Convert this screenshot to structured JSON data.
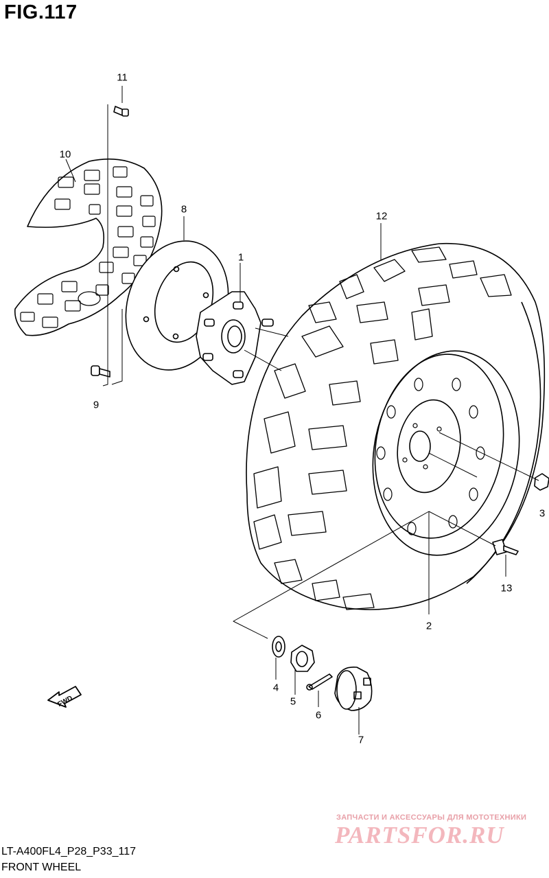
{
  "figure": {
    "title": "FIG.117"
  },
  "footer": {
    "model_code": "LT-A400FL4_P28_P33_117",
    "section_name": "FRONT WHEEL"
  },
  "direction_arrow": {
    "label": "FWD"
  },
  "watermark": {
    "tagline": "ЗАПЧАСТИ И АКСЕССУАРЫ ДЛЯ МОТОТЕХНИКИ",
    "brand": "PARTSFOR.RU"
  },
  "callouts": [
    {
      "number": "1"
    },
    {
      "number": "2"
    },
    {
      "number": "3"
    },
    {
      "number": "4"
    },
    {
      "number": "5"
    },
    {
      "number": "6"
    },
    {
      "number": "7"
    },
    {
      "number": "8"
    },
    {
      "number": "9"
    },
    {
      "number": "10"
    },
    {
      "number": "11"
    },
    {
      "number": "12"
    },
    {
      "number": "13"
    }
  ]
}
